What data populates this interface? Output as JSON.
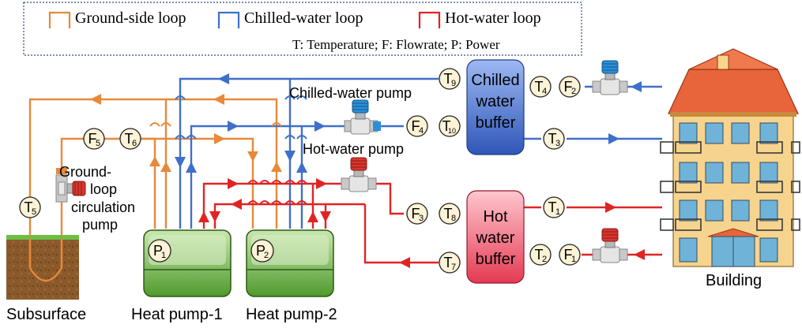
{
  "legend": {
    "ground_loop": "Ground-side loop",
    "chilled_loop": "Chilled-water loop",
    "hot_loop": "Hot-water loop",
    "abbrev": "T: Temperature; F: Flowrate; P: Power"
  },
  "labels": {
    "chilled_pump": "Chilled-water pump",
    "hot_pump": "Hot-water pump",
    "ground_pump_line1": "Ground-",
    "ground_pump_line2": "loop",
    "ground_pump_line3": "circulation",
    "ground_pump_line4": "pump",
    "subsurface": "Subsurface",
    "heat_pump_1": "Heat pump-1",
    "heat_pump_2": "Heat pump-2",
    "building": "Building",
    "chilled_buffer_1": "Chilled",
    "chilled_buffer_2": "water",
    "chilled_buffer_3": "buffer",
    "hot_buffer_1": "Hot",
    "hot_buffer_2": "water",
    "hot_buffer_3": "buffer"
  },
  "sensors": {
    "T1": {
      "letter": "T",
      "sub": "1"
    },
    "T2": {
      "letter": "T",
      "sub": "2"
    },
    "T3": {
      "letter": "T",
      "sub": "3"
    },
    "T4": {
      "letter": "T",
      "sub": "4"
    },
    "T5": {
      "letter": "T",
      "sub": "5"
    },
    "T6": {
      "letter": "T",
      "sub": "6"
    },
    "T7": {
      "letter": "T",
      "sub": "7"
    },
    "T8": {
      "letter": "T",
      "sub": "8"
    },
    "T9": {
      "letter": "T",
      "sub": "9"
    },
    "T10": {
      "letter": "T",
      "sub": "10"
    },
    "F1": {
      "letter": "F",
      "sub": "1"
    },
    "F2": {
      "letter": "F",
      "sub": "2"
    },
    "F3": {
      "letter": "F",
      "sub": "3"
    },
    "F4": {
      "letter": "F",
      "sub": "4"
    },
    "F5": {
      "letter": "F",
      "sub": "5"
    },
    "P1": {
      "letter": "P",
      "sub": "1"
    },
    "P2": {
      "letter": "P",
      "sub": "2"
    }
  },
  "colors": {
    "ground": "#E8893A",
    "chilled": "#3F6FC9",
    "hot": "#E02424",
    "sensor_fill": "#FDF3D6",
    "heat_pump_fill": "#6BAF43",
    "soil": "#8B5A2B",
    "grass": "#6DBE45"
  }
}
